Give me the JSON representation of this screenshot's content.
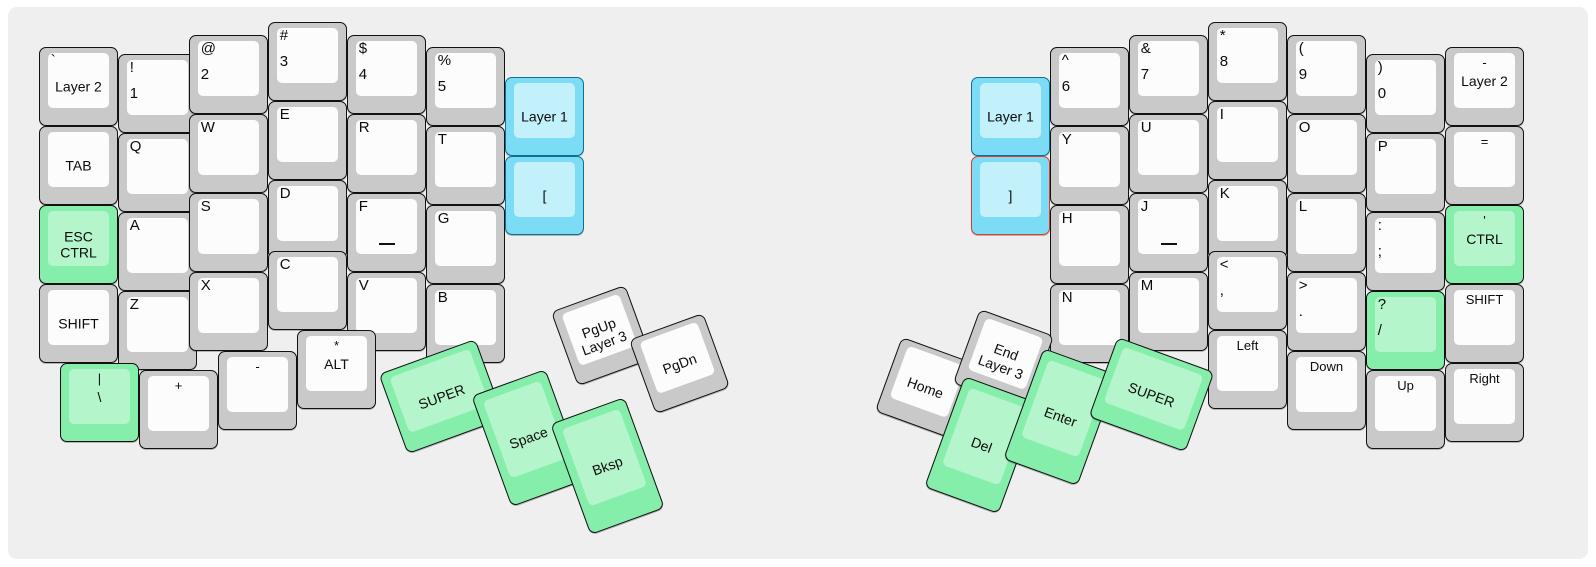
{
  "meta": {
    "title": "Split ergonomic keyboard layout (Layer 0)",
    "background": "#efefef",
    "colors": {
      "key_body": "#c9c9c9",
      "key_cap": "#fcfcfc",
      "green_body": "#85eeab",
      "green_cap": "#b4f5cb",
      "cyan_body": "#7ddcf5",
      "cyan_cap": "#c2f1fb",
      "selected_outline": "#e23a2e",
      "text": "#0b0b0b"
    }
  },
  "left_half": {
    "name": "left-half",
    "main_keys": [
      {
        "id": "l-grave-layer2",
        "top_legend": "`",
        "center": "Layer 2",
        "style": "white"
      },
      {
        "id": "l-1",
        "top_legend": "!",
        "bottom_legend": "1",
        "style": "white"
      },
      {
        "id": "l-2",
        "top_legend": "@",
        "bottom_legend": "2",
        "style": "white"
      },
      {
        "id": "l-3",
        "top_legend": "#",
        "bottom_legend": "3",
        "style": "white"
      },
      {
        "id": "l-4",
        "top_legend": "$",
        "bottom_legend": "4",
        "style": "white"
      },
      {
        "id": "l-5",
        "top_legend": "%",
        "bottom_legend": "5",
        "style": "white"
      },
      {
        "id": "l-layer1",
        "center": "Layer 1",
        "style": "cyan"
      },
      {
        "id": "l-tab",
        "center": "TAB",
        "style": "white"
      },
      {
        "id": "l-q",
        "top_legend": "Q",
        "style": "white"
      },
      {
        "id": "l-w",
        "top_legend": "W",
        "style": "white"
      },
      {
        "id": "l-e",
        "top_legend": "E",
        "style": "white"
      },
      {
        "id": "l-r",
        "top_legend": "R",
        "style": "white"
      },
      {
        "id": "l-t",
        "top_legend": "T",
        "style": "white"
      },
      {
        "id": "l-lbracket",
        "center": "[",
        "style": "cyan"
      },
      {
        "id": "l-esc-ctrl",
        "center": "ESC\nCTRL",
        "style": "green"
      },
      {
        "id": "l-a",
        "top_legend": "A",
        "style": "white"
      },
      {
        "id": "l-s",
        "top_legend": "S",
        "style": "white"
      },
      {
        "id": "l-d",
        "top_legend": "D",
        "style": "white"
      },
      {
        "id": "l-f",
        "top_legend": "F",
        "homing": true,
        "style": "white"
      },
      {
        "id": "l-g",
        "top_legend": "G",
        "style": "white"
      },
      {
        "id": "l-shift",
        "center": "SHIFT",
        "style": "white"
      },
      {
        "id": "l-z",
        "top_legend": "Z",
        "style": "white"
      },
      {
        "id": "l-x",
        "top_legend": "X",
        "style": "white"
      },
      {
        "id": "l-c",
        "top_legend": "C",
        "style": "white"
      },
      {
        "id": "l-v",
        "top_legend": "V",
        "style": "white"
      },
      {
        "id": "l-b",
        "top_legend": "B",
        "style": "white"
      },
      {
        "id": "l-pipe-backslash",
        "top_center": "|",
        "mid_center": "\\",
        "style": "green"
      },
      {
        "id": "l-plus",
        "top_center": "+",
        "style": "white"
      },
      {
        "id": "l-minus",
        "top_center": "-",
        "style": "white"
      },
      {
        "id": "l-star-alt",
        "top_center": "*",
        "mid_center": "ALT",
        "style": "white"
      }
    ],
    "thumb_keys": [
      {
        "id": "l-super",
        "center": "SUPER",
        "style": "green"
      },
      {
        "id": "l-pgup-layer3",
        "center": "PgUp\nLayer 3",
        "style": "white"
      },
      {
        "id": "l-pgdn",
        "center": "PgDn",
        "style": "white"
      },
      {
        "id": "l-space",
        "center": "Space",
        "style": "green"
      },
      {
        "id": "l-bksp",
        "center": "Bksp",
        "style": "green"
      }
    ]
  },
  "right_half": {
    "name": "right-half",
    "main_keys": [
      {
        "id": "r-layer1",
        "center": "Layer 1",
        "style": "cyan"
      },
      {
        "id": "r-6",
        "top_legend": "^",
        "bottom_legend": "6",
        "style": "white"
      },
      {
        "id": "r-7",
        "top_legend": "&",
        "bottom_legend": "7",
        "style": "white"
      },
      {
        "id": "r-8",
        "top_legend": "*",
        "bottom_legend": "8",
        "style": "white"
      },
      {
        "id": "r-9",
        "top_legend": "(",
        "bottom_legend": "9",
        "style": "white"
      },
      {
        "id": "r-0",
        "top_legend": ")",
        "bottom_legend": "0",
        "style": "white"
      },
      {
        "id": "r-minus-layer2",
        "top_center": "-",
        "mid_center": "Layer 2",
        "style": "white"
      },
      {
        "id": "r-rbracket",
        "center": "]",
        "style": "cyan",
        "selected": true
      },
      {
        "id": "r-y",
        "top_legend": "Y",
        "style": "white"
      },
      {
        "id": "r-u",
        "top_legend": "U",
        "style": "white"
      },
      {
        "id": "r-i",
        "top_legend": "I",
        "style": "white"
      },
      {
        "id": "r-o",
        "top_legend": "O",
        "style": "white"
      },
      {
        "id": "r-p",
        "top_legend": "P",
        "style": "white"
      },
      {
        "id": "r-equal",
        "top_center": "=",
        "style": "white"
      },
      {
        "id": "r-h",
        "top_legend": "H",
        "style": "white"
      },
      {
        "id": "r-j",
        "top_legend": "J",
        "homing": true,
        "style": "white"
      },
      {
        "id": "r-k",
        "top_legend": "K",
        "style": "white"
      },
      {
        "id": "r-l",
        "top_legend": "L",
        "style": "white"
      },
      {
        "id": "r-colon",
        "top_legend": ":",
        "bottom_legend": ";",
        "style": "white"
      },
      {
        "id": "r-quote-ctrl",
        "top_center": "'",
        "mid_center": "CTRL",
        "style": "green"
      },
      {
        "id": "r-n",
        "top_legend": "N",
        "style": "white"
      },
      {
        "id": "r-m",
        "top_legend": "M",
        "style": "white"
      },
      {
        "id": "r-comma",
        "top_legend": "<",
        "bottom_legend": ",",
        "style": "white"
      },
      {
        "id": "r-period",
        "top_legend": ">",
        "bottom_legend": ".",
        "style": "white"
      },
      {
        "id": "r-slash",
        "top_legend": "?",
        "bottom_legend": "/",
        "style": "green"
      },
      {
        "id": "r-shift",
        "top_center": "SHIFT",
        "style": "white"
      },
      {
        "id": "r-left",
        "top_center": "Left",
        "style": "white"
      },
      {
        "id": "r-down",
        "top_center": "Down",
        "style": "white"
      },
      {
        "id": "r-up",
        "top_center": "Up",
        "style": "white"
      },
      {
        "id": "r-right",
        "top_center": "Right",
        "style": "white"
      }
    ],
    "thumb_keys": [
      {
        "id": "r-home",
        "center": "Home",
        "style": "white"
      },
      {
        "id": "r-end-layer3",
        "center": "End\nLayer 3",
        "style": "white"
      },
      {
        "id": "r-del",
        "center": "Del",
        "style": "green"
      },
      {
        "id": "r-enter",
        "center": "Enter",
        "style": "green"
      },
      {
        "id": "r-super",
        "center": "SUPER",
        "style": "green"
      }
    ]
  }
}
